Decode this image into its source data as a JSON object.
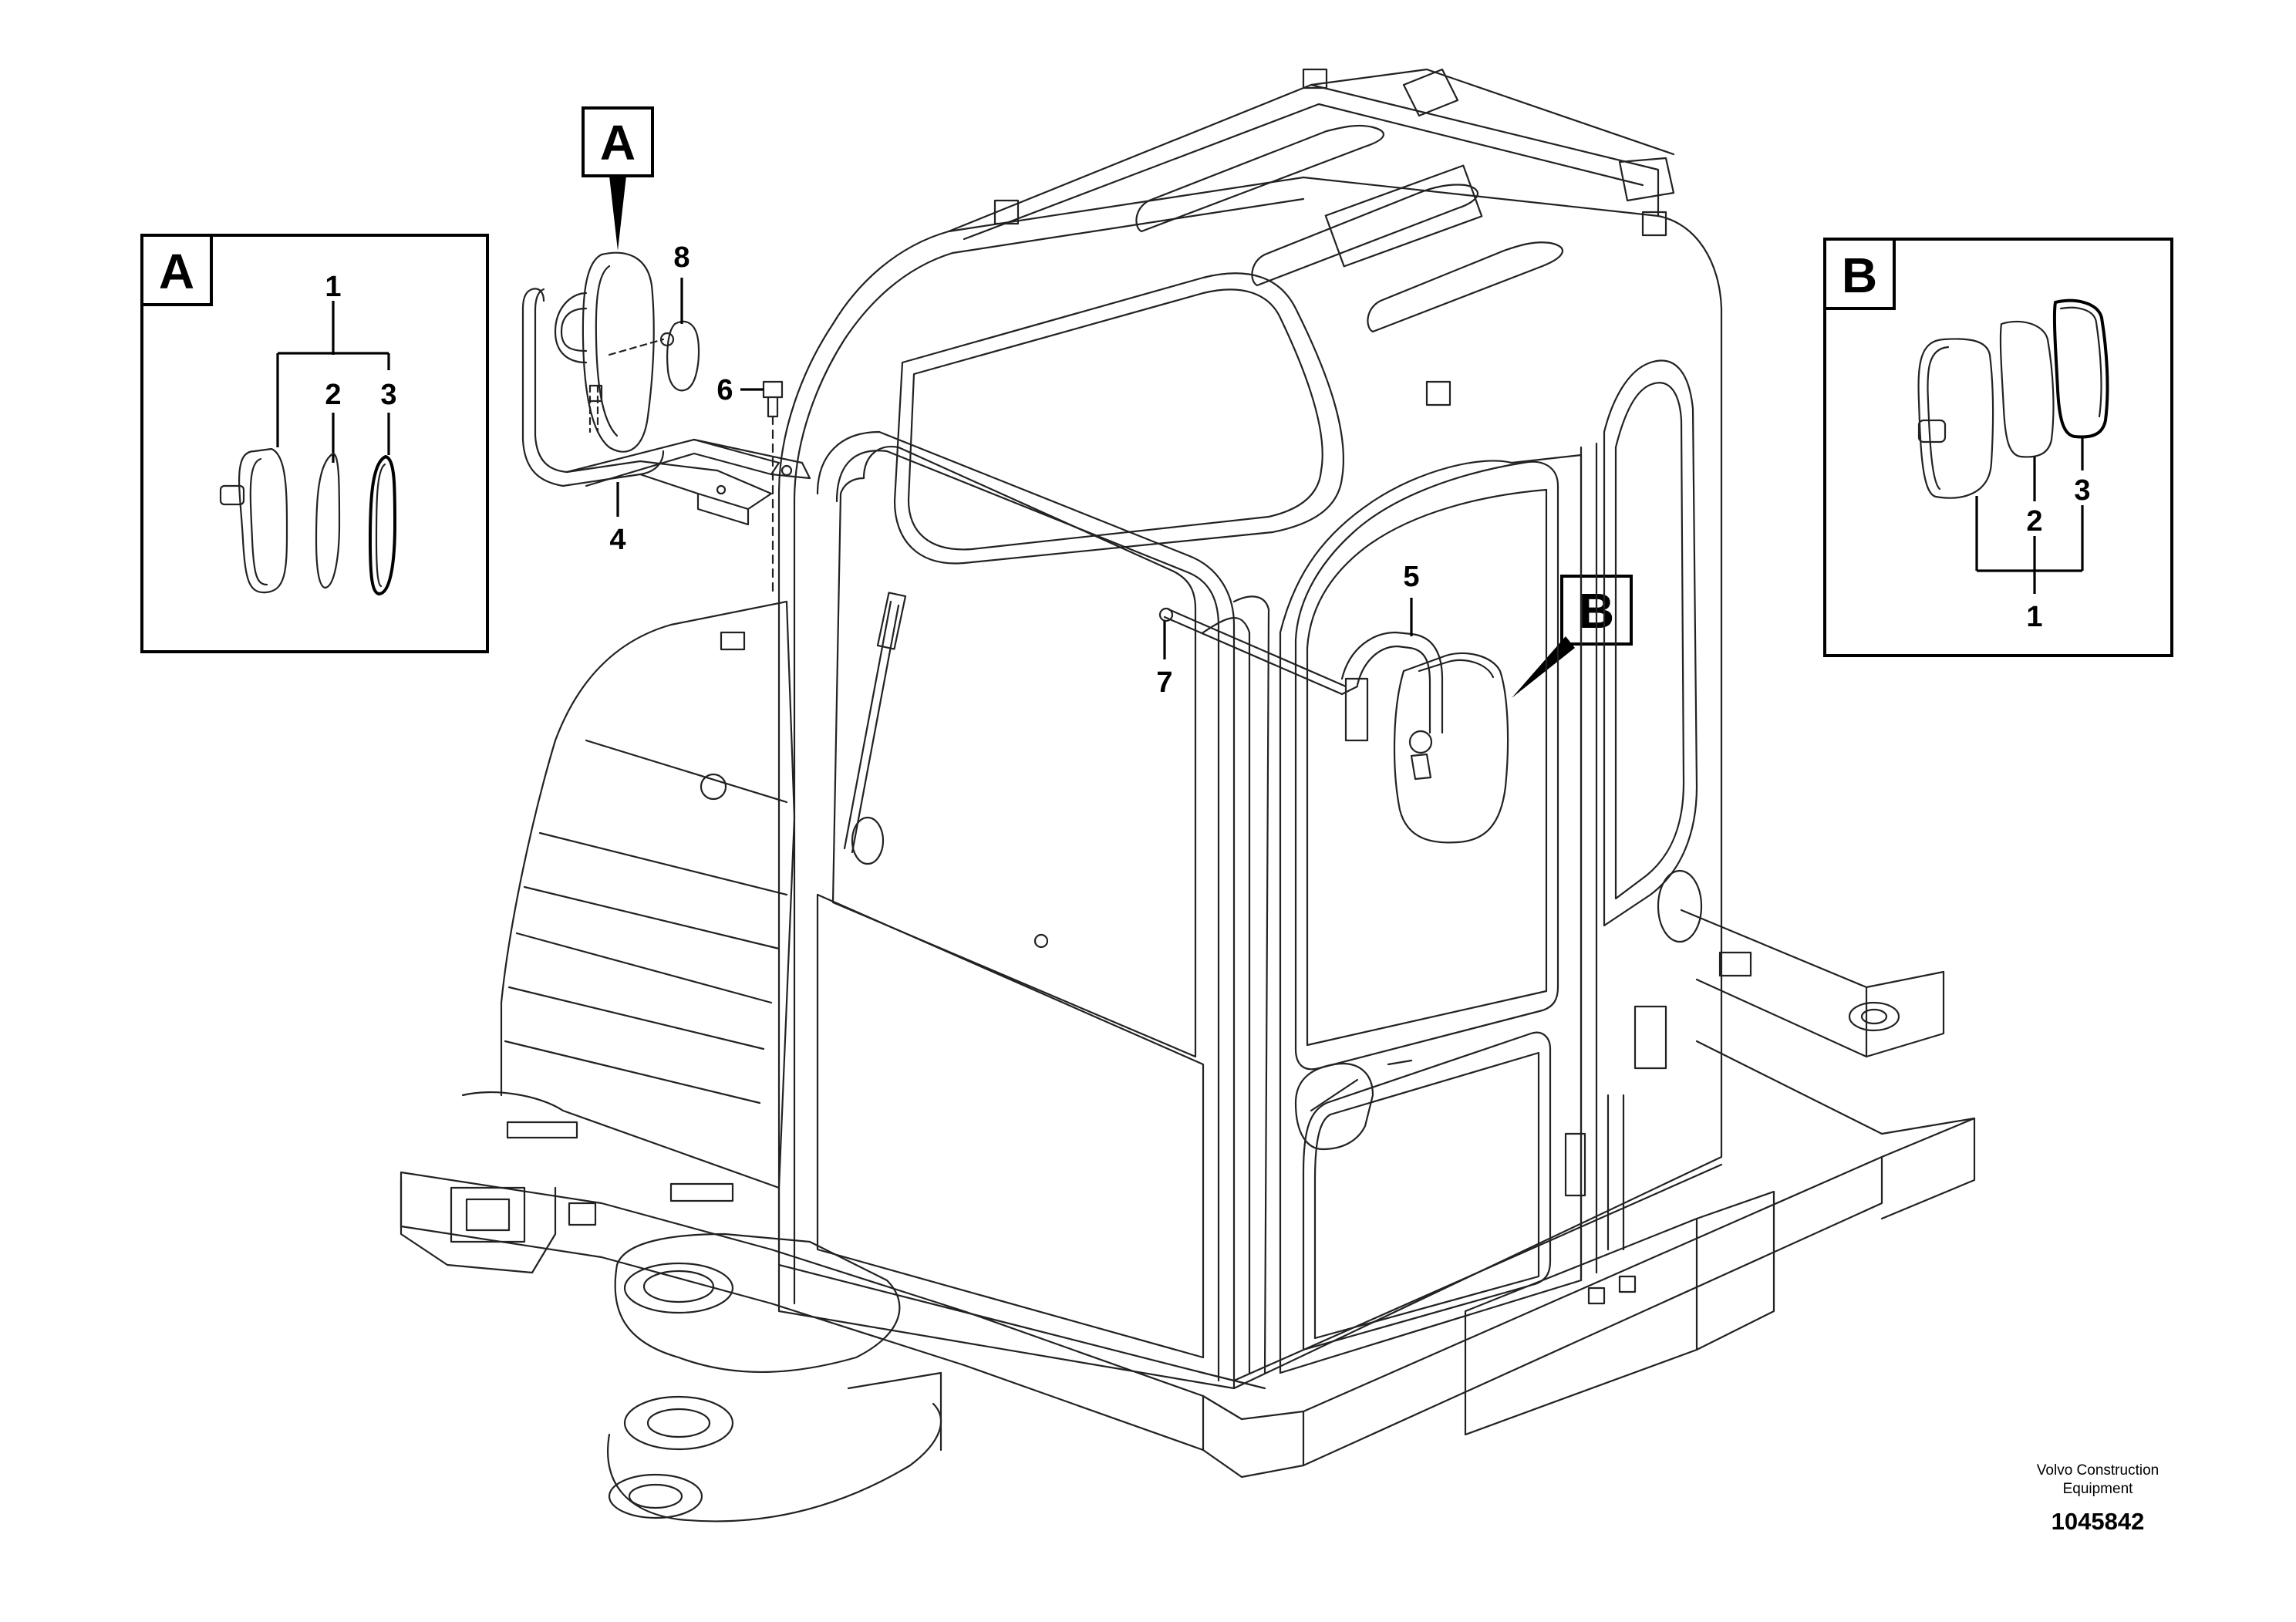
{
  "detail_a": {
    "letter": "A",
    "labels": [
      "1",
      "2",
      "3"
    ]
  },
  "detail_b": {
    "letter": "B",
    "labels": [
      "1",
      "2",
      "3"
    ]
  },
  "callouts": {
    "a": "A",
    "b": "B"
  },
  "item_labels": {
    "i4": "4",
    "i5": "5",
    "i6": "6",
    "i7": "7",
    "i8": "8"
  },
  "footer": {
    "brand_line1": "Volvo Construction",
    "brand_line2": "Equipment",
    "drawing_number": "1045842"
  }
}
